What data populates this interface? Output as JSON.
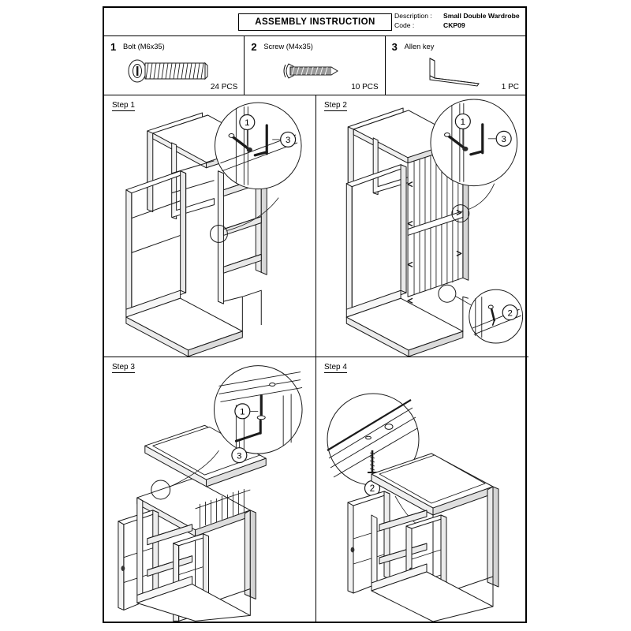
{
  "header": {
    "title": "ASSEMBLY  INSTRUCTION",
    "description_label": "Description :",
    "description_value": "Small Double Wardrobe",
    "code_label": "Code :",
    "code_value": "CKP09"
  },
  "parts": [
    {
      "number": "1",
      "name": "Bolt  (M6x35)",
      "qty": "24 PCS",
      "icon": "bolt-icon"
    },
    {
      "number": "2",
      "name": "Screw (M4x35)",
      "qty": "10 PCS",
      "icon": "screw-icon"
    },
    {
      "number": "3",
      "name": "Allen key",
      "qty": "1 PC",
      "icon": "allen-key-icon"
    }
  ],
  "steps": [
    {
      "label": "Step 1",
      "callouts": [
        {
          "marks": [
            "1",
            "3"
          ],
          "type": "bolt-allenkey-horizontal"
        }
      ]
    },
    {
      "label": "Step 2",
      "callouts": [
        {
          "marks": [
            "1",
            "3"
          ],
          "type": "bolt-allenkey-horizontal"
        },
        {
          "marks": [
            "2"
          ],
          "type": "screw-backpanel"
        }
      ]
    },
    {
      "label": "Step 3",
      "callouts": [
        {
          "marks": [
            "1",
            "3"
          ],
          "type": "bolt-allenkey-vertical"
        }
      ]
    },
    {
      "label": "Step 4",
      "callouts": [
        {
          "marks": [
            "2"
          ],
          "type": "screw-top-upward"
        }
      ]
    }
  ],
  "colors": {
    "line": "#1a1a1a",
    "fill": "#ffffff",
    "shade": "#d9d9d9",
    "paper": "#ffffff"
  }
}
